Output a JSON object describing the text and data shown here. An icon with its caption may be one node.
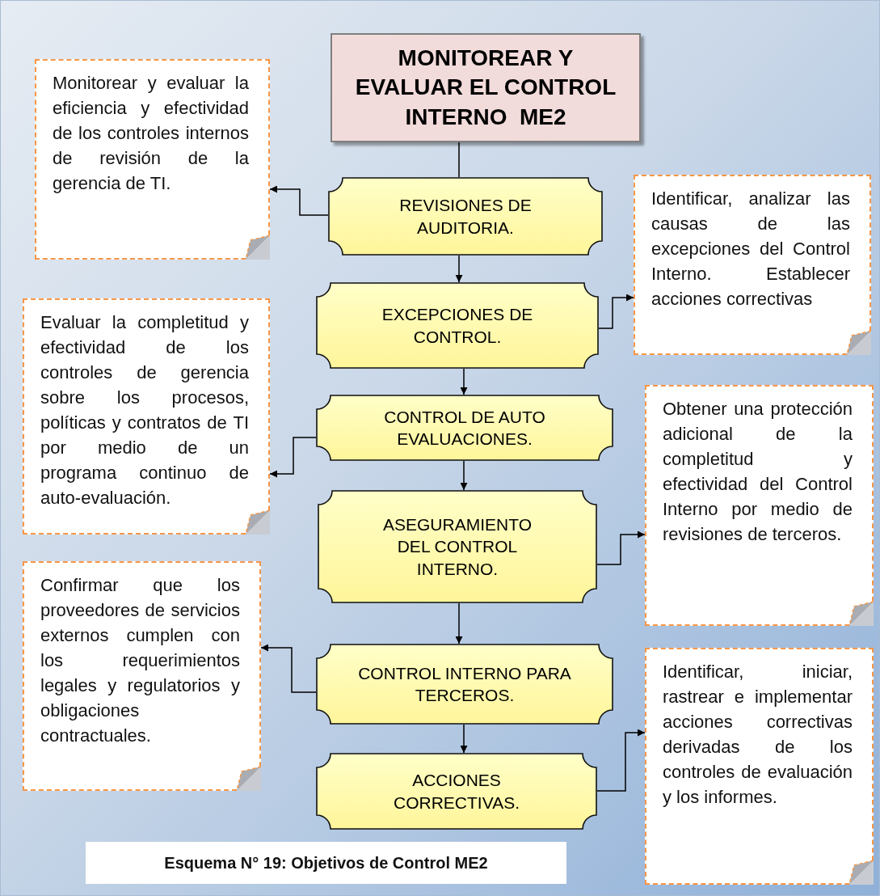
{
  "diagram": {
    "caption": "Esquema N° 19: Objetivos de Control ME2",
    "nodes": [
      {
        "text": [
          "MONITOREAR Y EVALUAR EL CONTROL INTERNO  ME2"
        ]
      },
      {
        "text": [
          "Monitorear y evaluar la eficiencia y efectividad de los controles internos de revisión de la gerencia de TI."
        ]
      },
      {
        "text": [
          "REVISIONES DE AUDITORIA."
        ]
      },
      {
        "text": [
          "Identificar, analizar las causas de las excepciones del Control Interno. Establecer acciones correctivas"
        ]
      },
      {
        "text": [
          "EXCEPCIONES DE CONTROL."
        ]
      },
      {
        "text": [
          "Evaluar la completitud y efectividad de los controles de gerencia sobre los procesos, políticas y contratos de TI por medio de un programa continuo de auto-evaluación."
        ]
      },
      {
        "text": [
          "CONTROL DE AUTO EVALUACIONES."
        ]
      },
      {
        "text": [
          "ASEGURAMIENTO DEL CONTROL INTERNO."
        ]
      },
      {
        "text": [
          "Obtener una protección adicional de la completitud y efectividad del Control Interno por medio de revisiones de terceros."
        ]
      },
      {
        "text": [
          "Confirmar que los proveedores de servicios externos cumplen con los requerimientos legales y regulatorios y obligaciones contractuales."
        ]
      },
      {
        "text": [
          "CONTROL INTERNO PARA TERCEROS."
        ]
      },
      {
        "text": [
          "ACCIONES CORRECTIVAS."
        ]
      },
      {
        "text": [
          "Identificar, iniciar, rastrear e implementar acciones correctivas derivadas de los controles de evaluación y los informes."
        ]
      }
    ],
    "edges": [
      {
        "from": 0,
        "to": 2,
        "arrow": "none"
      },
      {
        "from": 2,
        "to": 1,
        "arrow": "to"
      },
      {
        "from": 2,
        "to": 4,
        "arrow": "to"
      },
      {
        "from": 4,
        "to": 3,
        "arrow": "to"
      },
      {
        "from": 4,
        "to": 6,
        "arrow": "to"
      },
      {
        "from": 6,
        "to": 5,
        "arrow": "to"
      },
      {
        "from": 6,
        "to": 7,
        "arrow": "to"
      },
      {
        "from": 7,
        "to": 8,
        "arrow": "to"
      },
      {
        "from": 7,
        "to": 10,
        "arrow": "to"
      },
      {
        "from": 10,
        "to": 9,
        "arrow": "to"
      },
      {
        "from": 10,
        "to": 11,
        "arrow": "to"
      },
      {
        "from": 11,
        "to": 12,
        "arrow": "to"
      }
    ]
  }
}
